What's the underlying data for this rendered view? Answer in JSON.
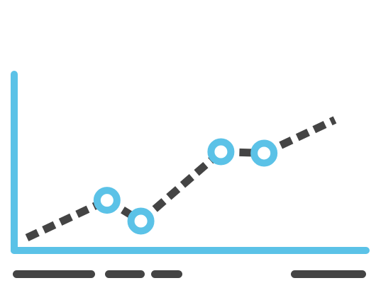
{
  "icon": {
    "name": "line-chart-icon",
    "axis_color": "#5BC2E7",
    "line_color": "#444444",
    "point_fill": "#ffffff",
    "label_bar_color": "#444444",
    "points": [
      {
        "x": 0.0,
        "y": 0.0
      },
      {
        "x": 0.26,
        "y": 0.27
      },
      {
        "x": 0.37,
        "y": 0.12
      },
      {
        "x": 0.63,
        "y": 0.62
      },
      {
        "x": 0.77,
        "y": 0.61
      },
      {
        "x": 1.0,
        "y": 0.85
      }
    ],
    "marked_points": [
      1,
      2,
      3,
      4
    ]
  }
}
